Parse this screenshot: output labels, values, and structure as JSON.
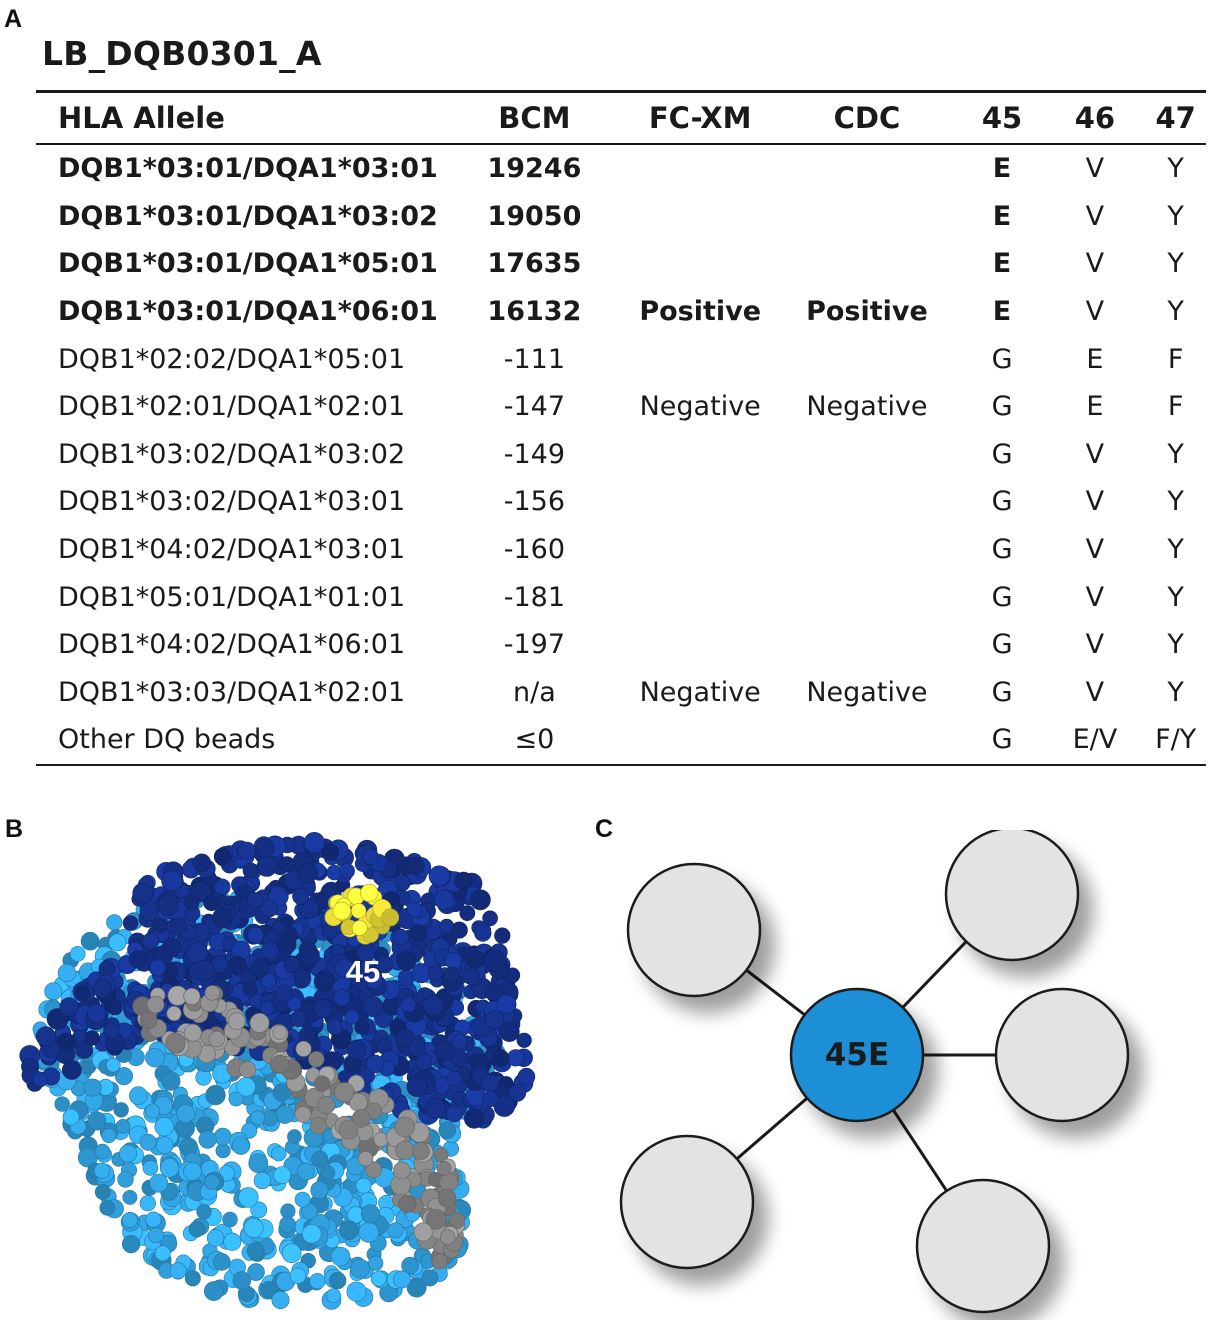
{
  "panels": {
    "a": "A",
    "b": "B",
    "c": "C"
  },
  "table": {
    "title": "LB_DQB0301_A",
    "headers": [
      "HLA Allele",
      "BCM",
      "FC-XM",
      "CDC",
      "45",
      "46",
      "47"
    ],
    "rows": [
      {
        "allele": "DQB1*03:01/DQA1*03:01",
        "bcm": "19246",
        "fcxm": "",
        "cdc": "",
        "p45": "E",
        "p46": "V",
        "p47": "Y",
        "bold": true
      },
      {
        "allele": "DQB1*03:01/DQA1*03:02",
        "bcm": "19050",
        "fcxm": "",
        "cdc": "",
        "p45": "E",
        "p46": "V",
        "p47": "Y",
        "bold": true
      },
      {
        "allele": "DQB1*03:01/DQA1*05:01",
        "bcm": "17635",
        "fcxm": "",
        "cdc": "",
        "p45": "E",
        "p46": "V",
        "p47": "Y",
        "bold": true
      },
      {
        "allele": "DQB1*03:01/DQA1*06:01",
        "bcm": "16132",
        "fcxm": "Positive",
        "cdc": "Positive",
        "p45": "E",
        "p46": "V",
        "p47": "Y",
        "bold": true
      },
      {
        "allele": "DQB1*02:02/DQA1*05:01",
        "bcm": "-111",
        "fcxm": "",
        "cdc": "",
        "p45": "G",
        "p46": "E",
        "p47": "F",
        "bold": false
      },
      {
        "allele": "DQB1*02:01/DQA1*02:01",
        "bcm": "-147",
        "fcxm": "Negative",
        "cdc": "Negative",
        "p45": "G",
        "p46": "E",
        "p47": "F",
        "bold": false
      },
      {
        "allele": "DQB1*03:02/DQA1*03:02",
        "bcm": "-149",
        "fcxm": "",
        "cdc": "",
        "p45": "G",
        "p46": "V",
        "p47": "Y",
        "bold": false
      },
      {
        "allele": "DQB1*03:02/DQA1*03:01",
        "bcm": "-156",
        "fcxm": "",
        "cdc": "",
        "p45": "G",
        "p46": "V",
        "p47": "Y",
        "bold": false
      },
      {
        "allele": "DQB1*04:02/DQA1*03:01",
        "bcm": "-160",
        "fcxm": "",
        "cdc": "",
        "p45": "G",
        "p46": "V",
        "p47": "Y",
        "bold": false
      },
      {
        "allele": "DQB1*05:01/DQA1*01:01",
        "bcm": "-181",
        "fcxm": "",
        "cdc": "",
        "p45": "G",
        "p46": "V",
        "p47": "Y",
        "bold": false
      },
      {
        "allele": "DQB1*04:02/DQA1*06:01",
        "bcm": "-197",
        "fcxm": "",
        "cdc": "",
        "p45": "G",
        "p46": "V",
        "p47": "Y",
        "bold": false
      },
      {
        "allele": "DQB1*03:03/DQA1*02:01",
        "bcm": "n/a",
        "fcxm": "Negative",
        "cdc": "Negative",
        "p45": "G",
        "p46": "V",
        "p47": "Y",
        "bold": false
      },
      {
        "allele": "Other DQ beads",
        "bcm": "≤0",
        "fcxm": "",
        "cdc": "",
        "p45": "G",
        "p46": "E/V",
        "p47": "F/Y",
        "bold": false
      }
    ]
  },
  "structure": {
    "residue_label": "45",
    "colors": {
      "beta_chain": "#16338f",
      "alpha_chain": "#33a6e6",
      "peptide": "#8e8e8e",
      "residue_45": "#f7e83a"
    }
  },
  "network": {
    "center_label": "45E",
    "colors": {
      "center": "#1f8fd6",
      "satellite": "#e3e3e3",
      "edge": "#1a1a1a"
    }
  }
}
